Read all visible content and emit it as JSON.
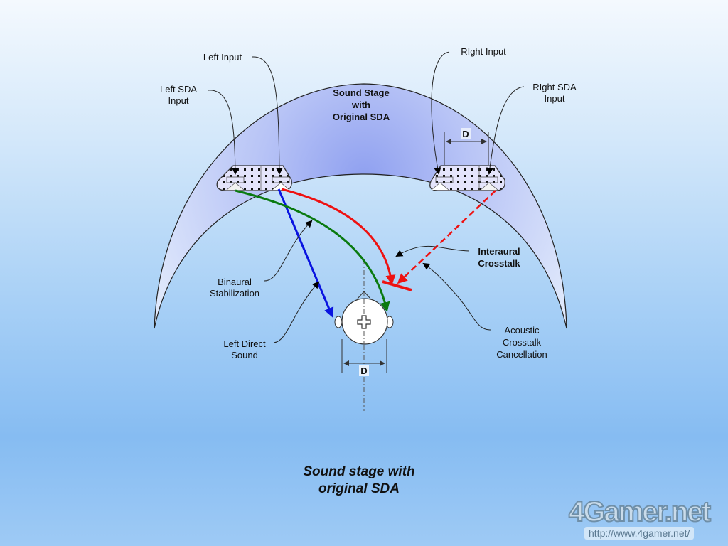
{
  "labels": {
    "left_input": "Left Input",
    "left_sda_input_line1": "Left SDA",
    "left_sda_input_line2": "Input",
    "right_input": "RIght Input",
    "right_sda_input_line1": "RIght SDA",
    "right_sda_input_line2": "Input",
    "sound_stage_line1": "Sound Stage",
    "sound_stage_line2": "with",
    "sound_stage_line3": "Original SDA",
    "interaural_line1": "Interaural",
    "interaural_line2": "Crosstalk",
    "binaural_line1": "Binaural",
    "binaural_line2": "Stabilization",
    "left_direct_line1": "Left Direct",
    "left_direct_line2": "Sound",
    "acoustic_line1": "Acoustic",
    "acoustic_line2": "Crosstalk",
    "acoustic_line3": "Cancellation",
    "dimension_top": "D",
    "dimension_head": "D"
  },
  "caption": {
    "line1": "Sound stage with",
    "line2": "original SDA"
  },
  "watermark": {
    "logo": "4Gamer.net",
    "url": "http://www.4gamer.net/"
  },
  "colors": {
    "direct_sound": "#0a14e0",
    "binaural": "#0a7a10",
    "crosstalk": "#ee1111",
    "stage_fill": "#aab8f4"
  }
}
